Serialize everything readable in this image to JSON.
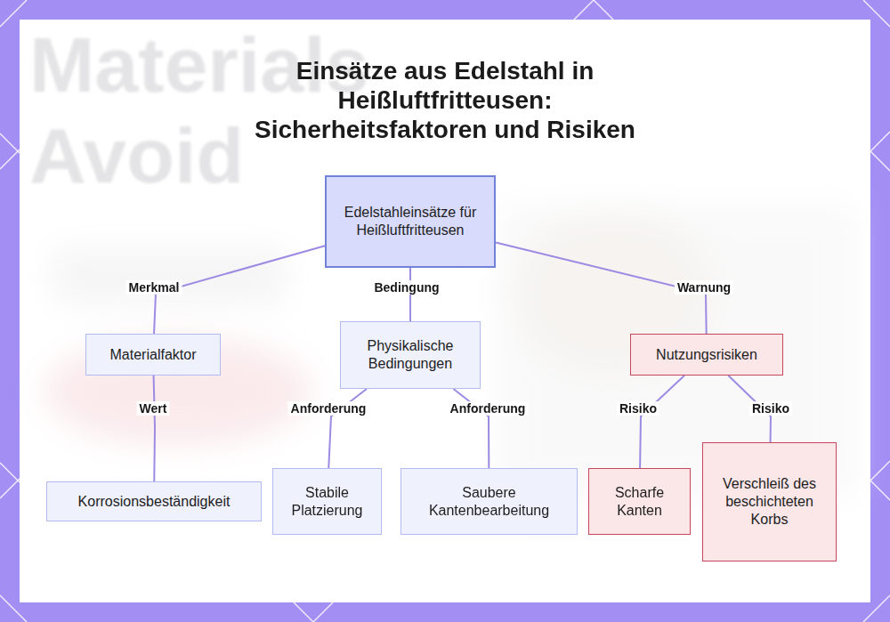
{
  "diagram": {
    "title": "Einsätze aus Edelstahl in Heißluftfritteusen: Sicherheitsfaktoren und Risiken",
    "nodes": [
      {
        "text": [
          "Edelstahleinsätze für Heißluftfritteusen"
        ]
      },
      {
        "text": [
          "Materialfaktor"
        ]
      },
      {
        "text": [
          "Physikalische Bedingungen"
        ]
      },
      {
        "text": [
          "Nutzungsrisiken"
        ]
      },
      {
        "text": [
          "Korrosionsbeständigkeit"
        ]
      },
      {
        "text": [
          "Stabile Platzierung"
        ]
      },
      {
        "text": [
          "Saubere Kantenbearbeitung"
        ]
      },
      {
        "text": [
          "Scharfe Kanten"
        ]
      },
      {
        "text": [
          "Verschleiß des beschichteten Korbs"
        ]
      }
    ],
    "edges": [
      {
        "from": 0,
        "to": 1,
        "label": "Merkmal",
        "arrow": "none"
      },
      {
        "from": 0,
        "to": 2,
        "label": "Bedingung",
        "arrow": "none"
      },
      {
        "from": 0,
        "to": 3,
        "label": "Warnung",
        "arrow": "none"
      },
      {
        "from": 1,
        "to": 4,
        "label": "Wert",
        "arrow": "none"
      },
      {
        "from": 2,
        "to": 5,
        "label": "Anforderung",
        "arrow": "none"
      },
      {
        "from": 2,
        "to": 6,
        "label": "Anforderung",
        "arrow": "none"
      },
      {
        "from": 3,
        "to": 7,
        "label": "Risiko",
        "arrow": "none"
      },
      {
        "from": 3,
        "to": 8,
        "label": "Risiko",
        "arrow": "none"
      }
    ],
    "labels": [
      "Materials",
      "Avoid"
    ]
  }
}
